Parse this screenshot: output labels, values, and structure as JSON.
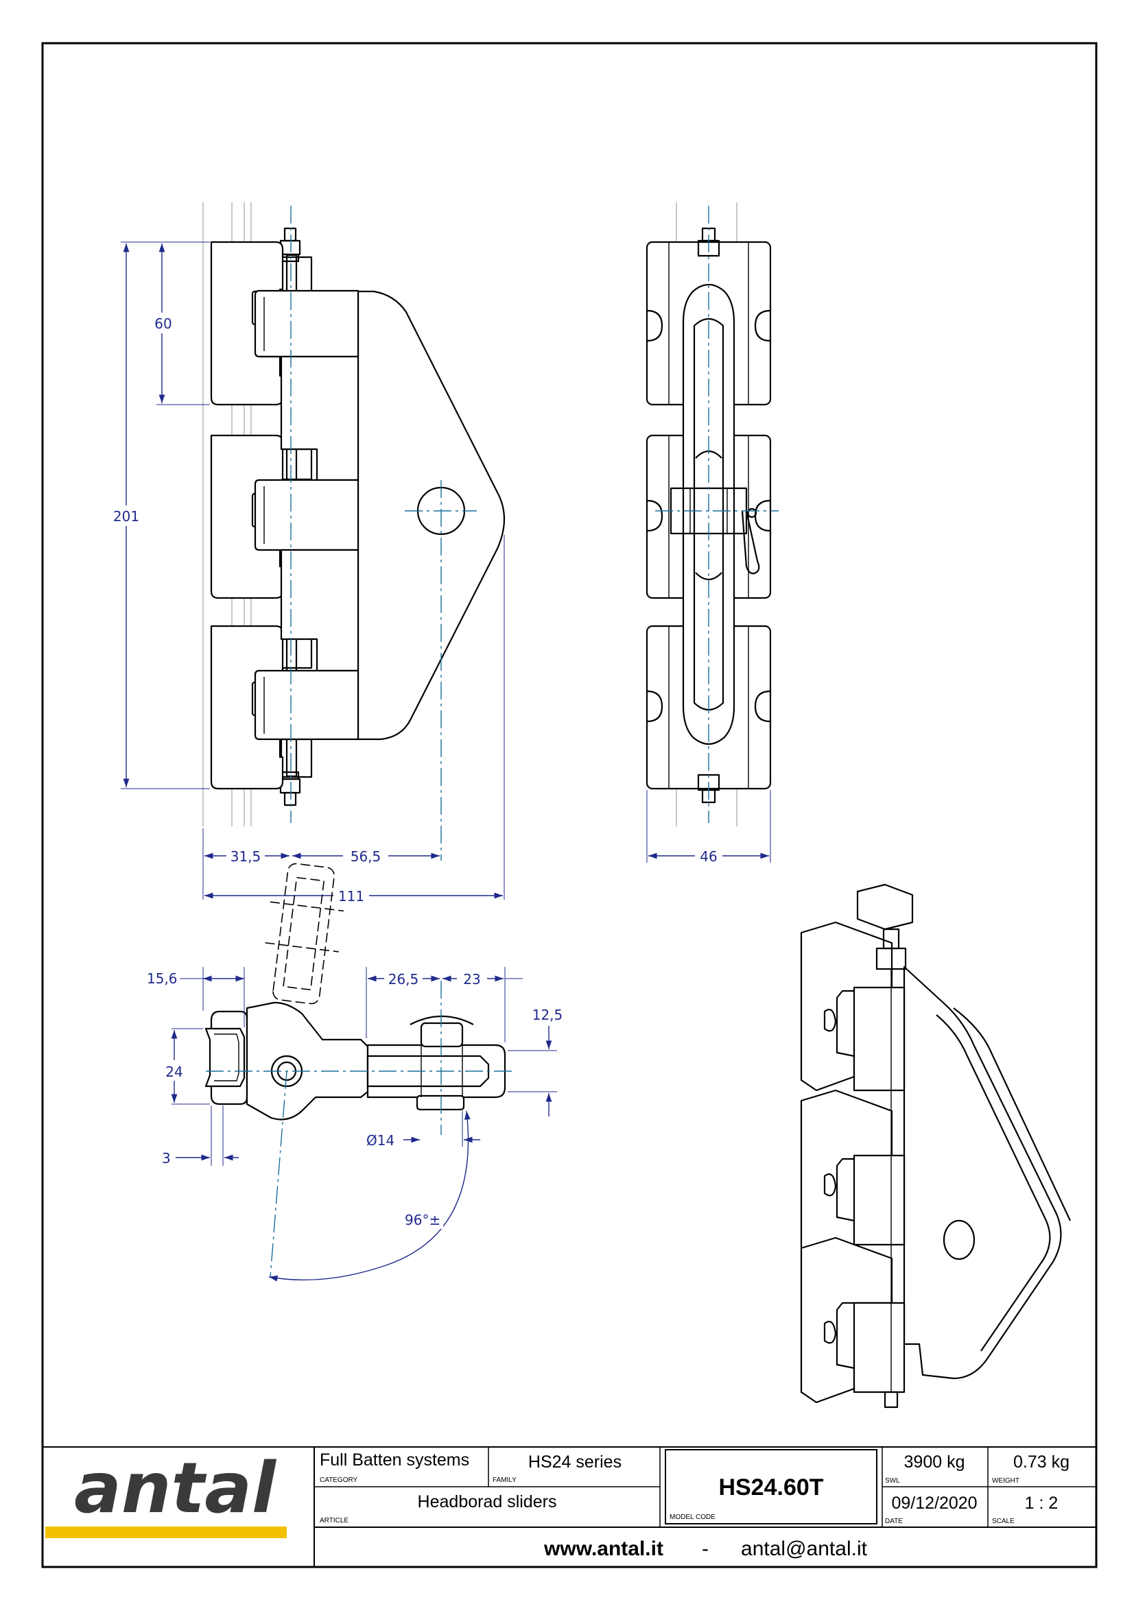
{
  "drawing": {
    "front_view": {
      "dim_height_block": "60",
      "dim_height_total": "201",
      "dim_left_offset": "31,5",
      "dim_hole_offset": "56,5",
      "dim_total_width": "111"
    },
    "side_view": {
      "dim_width": "46"
    },
    "top_view": {
      "dim_profile_width": "15,6",
      "dim_profile_height": "24",
      "dim_wall": "3",
      "dim_fork_left": "26,5",
      "dim_fork_right": "23",
      "dim_fork_thickness": "12,5",
      "dim_pin_diameter": "Ø14",
      "dim_angle": "96°±"
    }
  },
  "title_block": {
    "logo_text": "antal",
    "category_value": "Full Batten systems",
    "category_label": "CATEGORY",
    "family_value": "HS24 series",
    "family_label": "FAMILY",
    "article_value": "Headborad sliders",
    "article_label": "ARTICLE",
    "model_code_value": "HS24.60T",
    "model_code_label": "MODEL CODE",
    "swl_value": "3900 kg",
    "swl_label": "SWL",
    "weight_value": "0.73 kg",
    "weight_label": "WEIGHT",
    "date_value": "09/12/2020",
    "date_label": "DATE",
    "scale_value": "1 : 2",
    "scale_label": "SCALE",
    "website": "www.antal.it",
    "separator": "-",
    "email": "antal@antal.it"
  },
  "colors": {
    "dimension": "#1f2a8c",
    "centerline": "#1a6e9a",
    "logo_bar": "#f2c200",
    "logo_text": "#3a3a3a"
  }
}
